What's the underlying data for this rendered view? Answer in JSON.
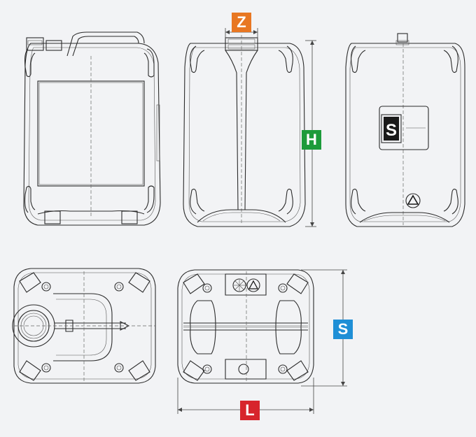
{
  "labels": {
    "z": {
      "text": "Z",
      "color": "#e87722"
    },
    "h": {
      "text": "H",
      "color": "#1d9b3a"
    },
    "s": {
      "text": "S",
      "color": "#1f8fd6"
    },
    "l": {
      "text": "L",
      "color": "#d7252c"
    }
  },
  "colors": {
    "background": "#f2f3f5",
    "line": "#2b2b2b"
  },
  "views": [
    "side-view",
    "front-view",
    "back-view",
    "top-view",
    "bottom-view"
  ]
}
